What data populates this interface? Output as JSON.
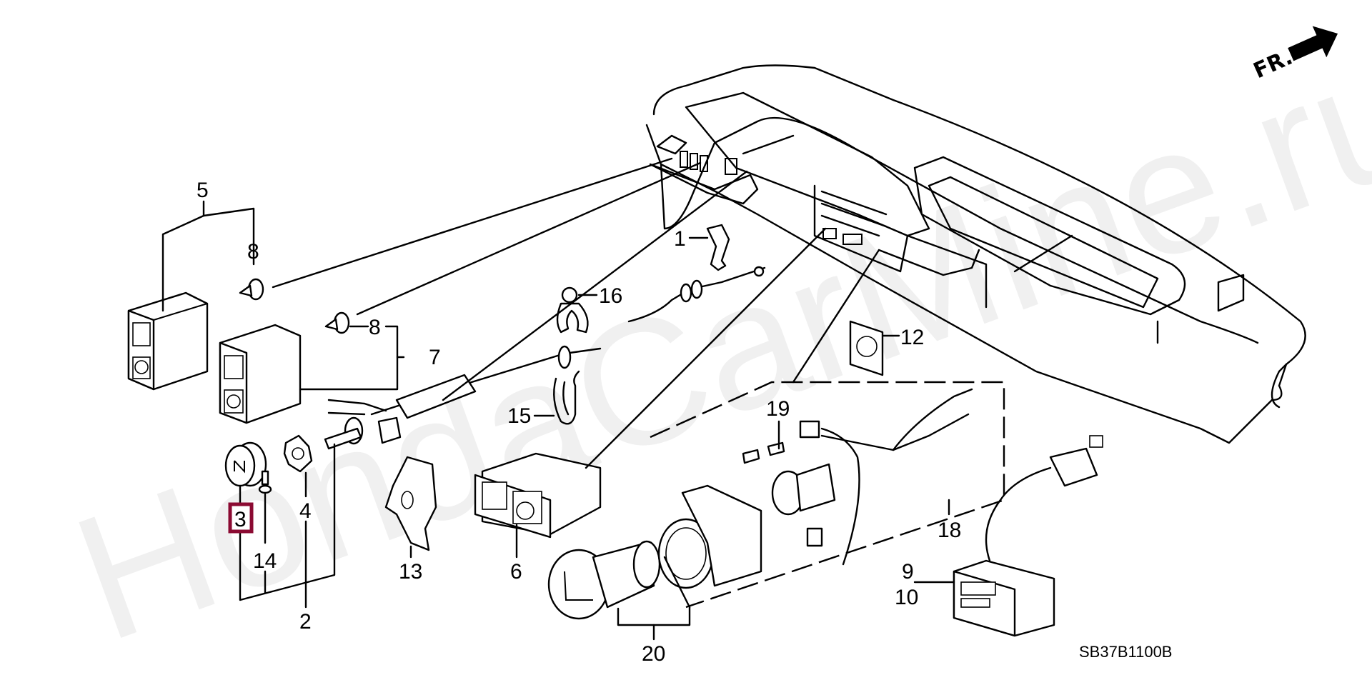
{
  "watermark": "HondaCarMine.ru",
  "direction_indicator": {
    "label": "FR.",
    "icon": "arrow-right-icon"
  },
  "diagram_code": "SB37B1100B",
  "highlight_color": "#8b0a32",
  "highlighted_part": "3",
  "callouts": {
    "p1": "1",
    "p2": "2",
    "p3": "3",
    "p4": "4",
    "p5": "5",
    "p6": "6",
    "p7": "7",
    "p8a": "8",
    "p8b": "8",
    "p9": "9",
    "p10": "10",
    "p12": "12",
    "p13": "13",
    "p14": "14",
    "p15": "15",
    "p16": "16",
    "p18": "18",
    "p19": "19",
    "p20": "20"
  }
}
